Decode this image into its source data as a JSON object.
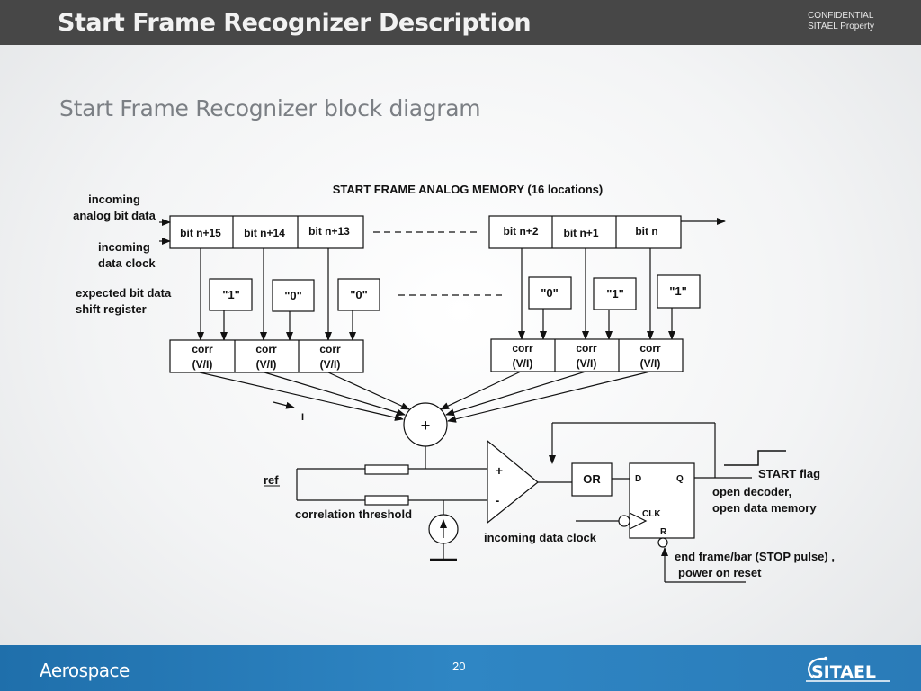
{
  "header": {
    "title": "Start Frame Recognizer Description",
    "confidential_line1": "CONFIDENTIAL",
    "confidential_line2": "SITAEL Property"
  },
  "subtitle": "Start Frame Recognizer block diagram",
  "diagram": {
    "memory_title": "START FRAME ANALOG MEMORY (16 locations)",
    "input_labels": {
      "analog_line1": "incoming",
      "analog_line2": "analog bit data",
      "clock_line1": "incoming",
      "clock_line2": "data clock",
      "expected_line1": "expected bit data",
      "expected_line2": "shift register"
    },
    "bits": [
      "bit n+15",
      "bit n+14",
      "bit n+13",
      "bit n+2",
      "bit n+1",
      "bit n"
    ],
    "expected": [
      "\"1\"",
      "\"0\"",
      "\"0\"",
      "\"0\"",
      "\"1\"",
      "\"1\""
    ],
    "corr_line1": "corr",
    "corr_line2": "(V/I)",
    "sum_symbol": "+",
    "current_label": "I",
    "comparator_plus": "+",
    "comparator_minus": "-",
    "ref_label": "ref",
    "threshold_label": "correlation threshold",
    "incoming_clock_label": "incoming data clock",
    "or_label": "OR",
    "ff": {
      "d": "D",
      "q": "Q",
      "clk": "CLK",
      "r": "R"
    },
    "start_flag": "START flag",
    "open_line1": "open decoder,",
    "open_line2": "open data memory",
    "end_line1": "end frame/bar (STOP pulse) ,",
    "end_line2": "power on reset"
  },
  "footer": {
    "left": "Aerospace",
    "page": "20",
    "logo": "SITAEL"
  },
  "colors": {
    "header_bg": "#474747",
    "footer_bg": "#2a7bb8",
    "subtitle": "#7b7f84"
  }
}
